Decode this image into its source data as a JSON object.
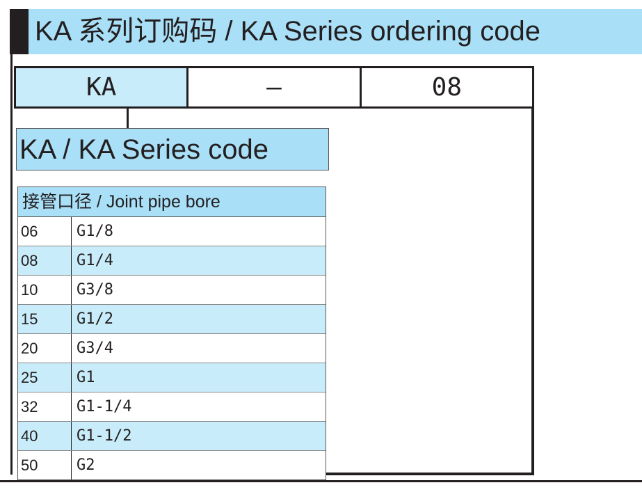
{
  "header": {
    "title": "KA 系列订购码 /  KA Series ordering code"
  },
  "order_code": {
    "segments": [
      "KA",
      "–",
      "08"
    ]
  },
  "series": {
    "label": "KA  / KA Series code"
  },
  "bore_table": {
    "header": "接管口径 / Joint pipe bore",
    "rows": [
      {
        "code": "06",
        "size": "G1/8"
      },
      {
        "code": "08",
        "size": "G1/4"
      },
      {
        "code": "10",
        "size": "G3/8"
      },
      {
        "code": "15",
        "size": "G1/2"
      },
      {
        "code": "20",
        "size": "G3/4"
      },
      {
        "code": "25",
        "size": "G1"
      },
      {
        "code": "32",
        "size": "G1-1/4"
      },
      {
        "code": "40",
        "size": "G1-1/2"
      },
      {
        "code": "50",
        "size": "G2"
      }
    ]
  },
  "colors": {
    "header_blue": "#a9dff7",
    "row_blue": "#c8ecf9",
    "line": "#231f20"
  }
}
